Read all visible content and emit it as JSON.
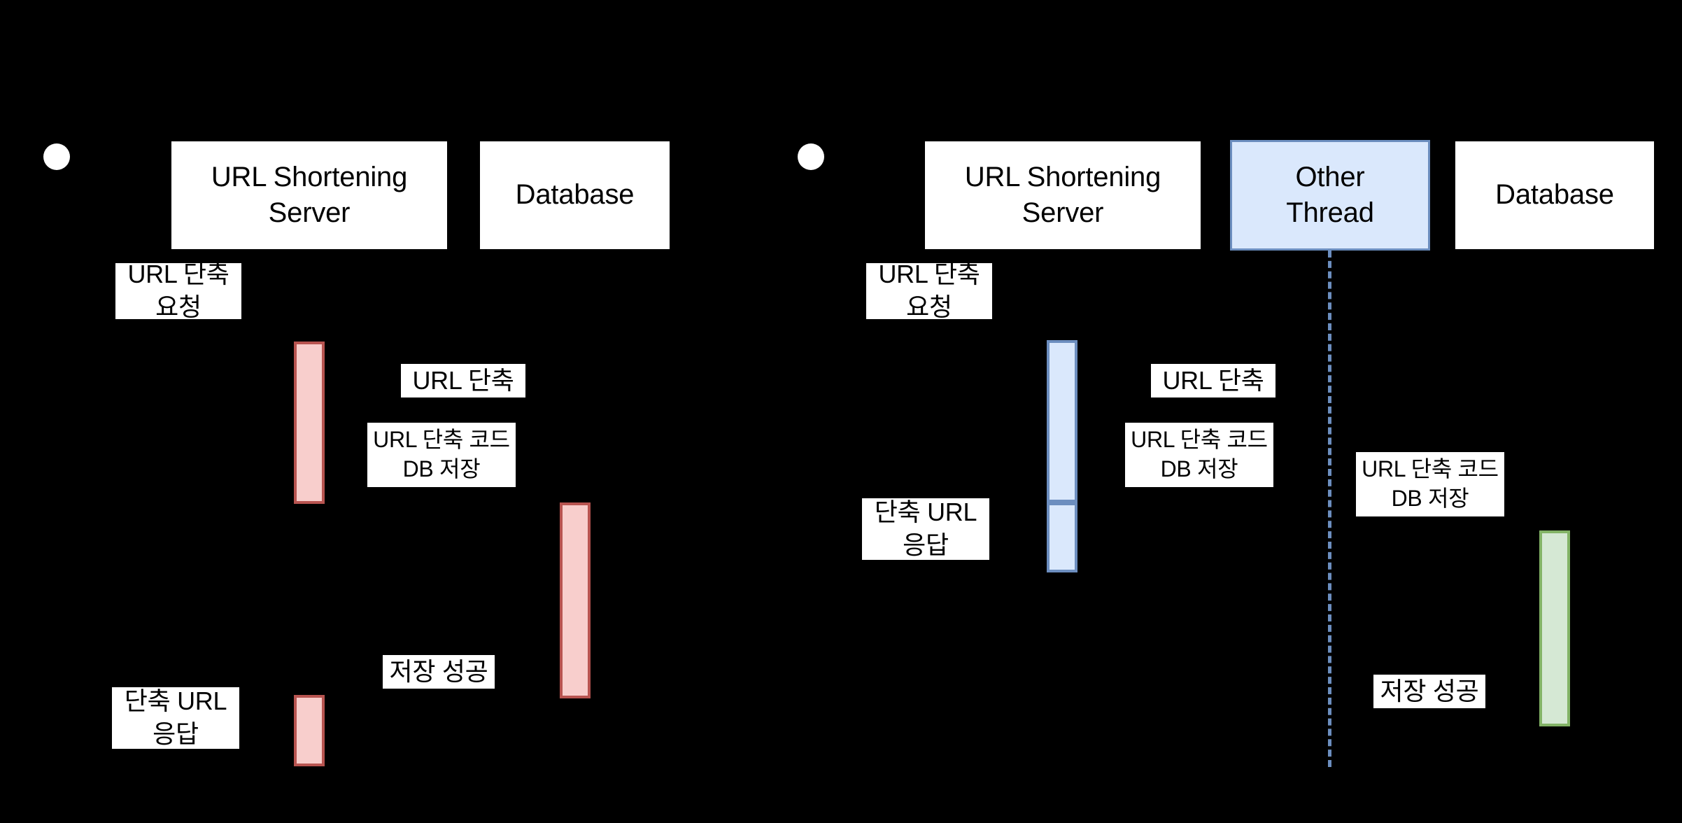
{
  "diagram": {
    "type": "sequence-diagram",
    "background_color": "#000000",
    "panels": [
      {
        "id": "left-panel",
        "name": "synchronous-flow",
        "participants": [
          {
            "name": "actor",
            "label": "",
            "kind": "actor-circle"
          },
          {
            "name": "url-shortening-server",
            "label": "URL Shortening\nServer",
            "kind": "box",
            "fill": "#ffffff",
            "stroke": "#000000"
          },
          {
            "name": "database",
            "label": "Database",
            "kind": "box",
            "fill": "#ffffff",
            "stroke": "#000000"
          }
        ],
        "activations": [
          {
            "name": "server-activation-1",
            "color": "#f8cecc",
            "stroke": "#b85450"
          },
          {
            "name": "database-activation",
            "color": "#f8cecc",
            "stroke": "#b85450"
          },
          {
            "name": "server-activation-2",
            "color": "#f8cecc",
            "stroke": "#b85450"
          }
        ],
        "messages": [
          {
            "name": "msg-url-shorten-request",
            "label": "URL 단축\n요청"
          },
          {
            "name": "msg-url-shorten",
            "label": "URL 단축"
          },
          {
            "name": "msg-save-code-to-db",
            "label": "URL 단축 코드\nDB 저장"
          },
          {
            "name": "msg-save-success",
            "label": "저장 성공"
          },
          {
            "name": "msg-short-url-response",
            "label": "단축 URL\n응답"
          }
        ]
      },
      {
        "id": "right-panel",
        "name": "asynchronous-flow",
        "participants": [
          {
            "name": "actor",
            "label": "",
            "kind": "actor-circle"
          },
          {
            "name": "url-shortening-server",
            "label": "URL Shortening\nServer",
            "kind": "box",
            "fill": "#ffffff",
            "stroke": "#000000"
          },
          {
            "name": "other-thread",
            "label": "Other\nThread",
            "kind": "box",
            "fill": "#dae8fc",
            "stroke": "#6c8ebf"
          },
          {
            "name": "database",
            "label": "Database",
            "kind": "box",
            "fill": "#ffffff",
            "stroke": "#000000"
          }
        ],
        "activations": [
          {
            "name": "server-activation-upper",
            "color": "#dae8fc",
            "stroke": "#6c8ebf"
          },
          {
            "name": "server-activation-lower",
            "color": "#dae8fc",
            "stroke": "#6c8ebf"
          },
          {
            "name": "database-activation",
            "color": "#d5e8d4",
            "stroke": "#82b366"
          }
        ],
        "lifelines": [
          {
            "name": "other-thread-lifeline",
            "style": "dashed",
            "color": "#6c8ebf"
          }
        ],
        "messages": [
          {
            "name": "msg-url-shorten-request",
            "label": "URL 단축\n요청"
          },
          {
            "name": "msg-url-shorten",
            "label": "URL 단축"
          },
          {
            "name": "msg-save-code-to-db-thread",
            "label": "URL 단축 코드\nDB 저장"
          },
          {
            "name": "msg-save-code-to-db",
            "label": "URL 단축 코드\nDB 저장"
          },
          {
            "name": "msg-short-url-response",
            "label": "단축 URL\n응답"
          },
          {
            "name": "msg-save-success",
            "label": "저장 성공"
          }
        ]
      }
    ]
  },
  "colors": {
    "background": "#000000",
    "box_fill": "#ffffff",
    "box_stroke": "#000000",
    "accent_fill": "#dae8fc",
    "accent_stroke": "#6c8ebf",
    "pink_fill": "#f8cecc",
    "pink_stroke": "#b85450",
    "green_fill": "#d5e8d4",
    "green_stroke": "#82b366"
  }
}
